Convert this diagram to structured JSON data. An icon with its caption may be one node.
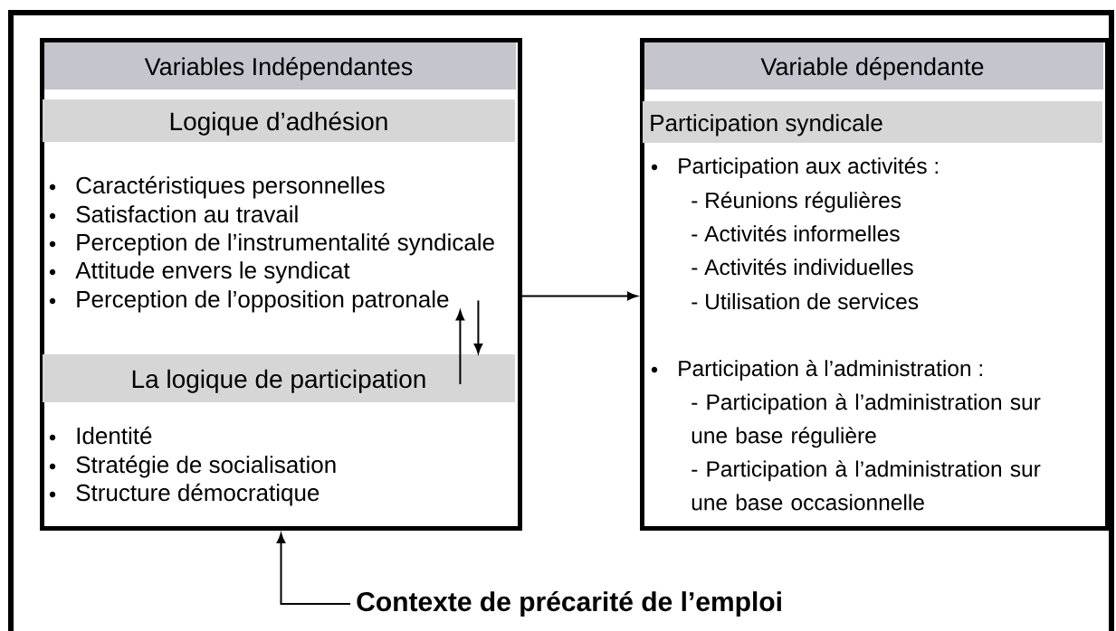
{
  "diagram": {
    "nodes": [
      {
        "text": [
          "Variables Indépendantes"
        ]
      },
      {
        "text": [
          "Logique d’adhésion",
          "Caractéristiques personnelles",
          "Satisfaction au travail",
          "Perception de l’instrumentalité syndicale",
          "Attitude envers le syndicat",
          "Perception de l’opposition patronale"
        ],
        "in": 0
      },
      {
        "text": [
          "La logique de participation",
          "Identité",
          "Stratégie de socialisation",
          "Structure démocratique"
        ],
        "in": 0
      },
      {
        "text": [
          "Variable dépendante"
        ]
      },
      {
        "text": [
          "Participation syndicale",
          "Participation aux activités :",
          "- Réunions régulières",
          "- Activités informelles",
          "- Activités individuelles",
          "- Utilisation de services",
          "Participation à l’administration :",
          "- Participation à l’administration sur une base régulière",
          "- Participation à l’administration sur une base occasionnelle"
        ],
        "in": 3
      },
      {
        "text": [
          "Contexte de précarité de l’emploi"
        ]
      }
    ],
    "edges": [
      {
        "from": 0,
        "to": 3,
        "arrow": "to"
      },
      {
        "from": 2,
        "to": 1,
        "arrow": "to"
      },
      {
        "from": 1,
        "to": 2,
        "arrow": "to"
      },
      {
        "from": 5,
        "to": 0,
        "arrow": "to"
      }
    ]
  }
}
